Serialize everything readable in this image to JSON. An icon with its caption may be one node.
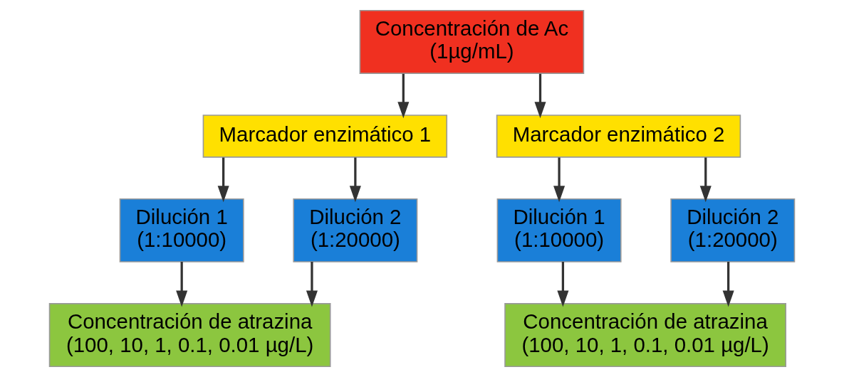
{
  "diagram": {
    "nodes": [
      {
        "text": [
          "Concentración de Ac (1µg/mL)"
        ]
      },
      {
        "text": [
          "Marcador enzimático 1"
        ]
      },
      {
        "text": [
          "Marcador enzimático 2"
        ]
      },
      {
        "text": [
          "Dilución 1 (1:10000)"
        ]
      },
      {
        "text": [
          "Dilución 2 (1:20000)"
        ]
      },
      {
        "text": [
          "Dilución 1 (1:10000)"
        ]
      },
      {
        "text": [
          "Dilución 2 (1:20000)"
        ]
      },
      {
        "text": [
          "Concentración de atrazina (100, 10, 1, 0.1, 0.01 µg/L)"
        ]
      },
      {
        "text": [
          "Concentración de atrazina (100, 10, 1, 0.1, 0.01 µg/L)"
        ]
      }
    ],
    "edges": [
      {
        "from": 0,
        "to": 1,
        "arrow": "to"
      },
      {
        "from": 0,
        "to": 2,
        "arrow": "to"
      },
      {
        "from": 1,
        "to": 3,
        "arrow": "to"
      },
      {
        "from": 1,
        "to": 4,
        "arrow": "to"
      },
      {
        "from": 2,
        "to": 5,
        "arrow": "to"
      },
      {
        "from": 2,
        "to": 6,
        "arrow": "to"
      },
      {
        "from": 3,
        "to": 7,
        "arrow": "to"
      },
      {
        "from": 4,
        "to": 7,
        "arrow": "to"
      },
      {
        "from": 5,
        "to": 8,
        "arrow": "to"
      },
      {
        "from": 6,
        "to": 8,
        "arrow": "to"
      }
    ]
  }
}
